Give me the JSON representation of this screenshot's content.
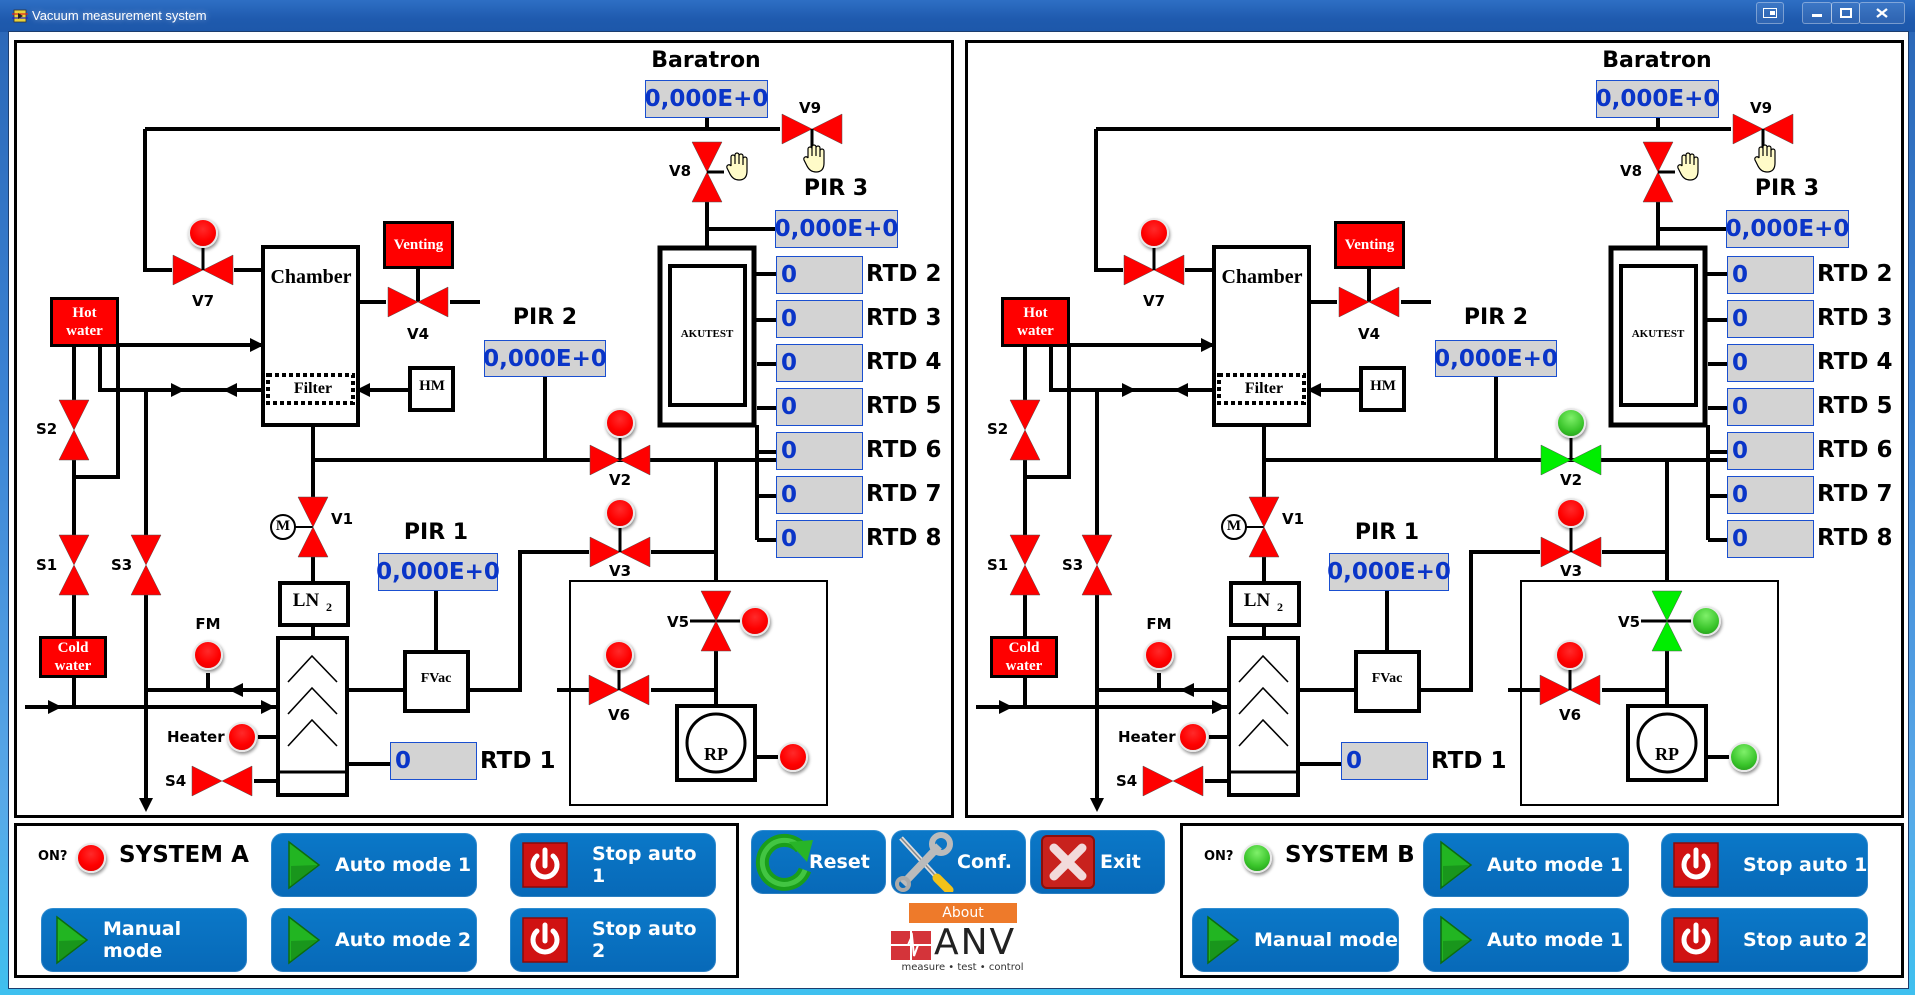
{
  "window": {
    "title": "Vacuum measurement system",
    "controls": [
      "restore-snap",
      "minimize",
      "maximize",
      "close"
    ]
  },
  "colors": {
    "valve_closed": "#ff0000",
    "valve_open": "#00ee00",
    "readout_text": "#0a35c8",
    "readout_bg": "#d3d3d3",
    "button_blue": "#0a72c2",
    "about_orange": "#ee7a2a"
  },
  "labels": {
    "baratron": "Baratron",
    "pir1": "PIR 1",
    "pir2": "PIR 2",
    "pir3": "PIR 3",
    "chamber": "Chamber",
    "filter": "Filter",
    "venting": "Venting",
    "hot_water_1": "Hot",
    "hot_water_2": "water",
    "cold_water_1": "Cold",
    "cold_water_2": "water",
    "hm": "HM",
    "ln2": "LN",
    "ln2_sub": "2",
    "fvac": "FVac",
    "akutest": "AKUTEST",
    "rp": "RP",
    "motor": "M",
    "fm": "FM",
    "heater": "Heater",
    "v1": "V1",
    "v2": "V2",
    "v3": "V3",
    "v4": "V4",
    "v5": "V5",
    "v6": "V6",
    "v7": "V7",
    "v8": "V8",
    "v9": "V9",
    "s1": "S1",
    "s2": "S2",
    "s3": "S3",
    "s4": "S4",
    "rtd1": "RTD 1"
  },
  "systems": [
    {
      "name": "SYSTEM A",
      "on_label": "ON?",
      "on_state": "red",
      "readouts": {
        "baratron": "0,000E+0",
        "pir1": "0,000E+0",
        "pir2": "0,000E+0",
        "pir3": "0,000E+0",
        "rtd1": "0"
      },
      "rtds": [
        {
          "label": "RTD 2",
          "value": "0"
        },
        {
          "label": "RTD 3",
          "value": "0"
        },
        {
          "label": "RTD 4",
          "value": "0"
        },
        {
          "label": "RTD 5",
          "value": "0"
        },
        {
          "label": "RTD 6",
          "value": "0"
        },
        {
          "label": "RTD 7",
          "value": "0"
        },
        {
          "label": "RTD 8",
          "value": "0"
        }
      ],
      "valves": {
        "v1": "closed",
        "v2": "closed",
        "v3": "closed",
        "v4": "closed",
        "v5": "closed",
        "v6": "closed",
        "v7": "closed",
        "v8": "closed",
        "v9": "closed",
        "s1": "closed",
        "s2": "closed",
        "s3": "closed",
        "s4": "closed"
      },
      "indicators": {
        "v7": "red",
        "v2": "red",
        "v3": "red",
        "v5": "red",
        "v6": "red",
        "rp": "red",
        "fm": "red",
        "heater": "red"
      },
      "buttons": {
        "auto1": "Auto mode 1",
        "auto2": "Auto mode 2",
        "manual": "Manual mode",
        "stop1": "Stop auto 1",
        "stop2": "Stop auto 2"
      }
    },
    {
      "name": "SYSTEM B",
      "on_label": "ON?",
      "on_state": "green",
      "readouts": {
        "baratron": "0,000E+0",
        "pir1": "0,000E+0",
        "pir2": "0,000E+0",
        "pir3": "0,000E+0",
        "rtd1": "0"
      },
      "rtds": [
        {
          "label": "RTD 2",
          "value": "0"
        },
        {
          "label": "RTD 3",
          "value": "0"
        },
        {
          "label": "RTD 4",
          "value": "0"
        },
        {
          "label": "RTD 5",
          "value": "0"
        },
        {
          "label": "RTD 6",
          "value": "0"
        },
        {
          "label": "RTD 7",
          "value": "0"
        },
        {
          "label": "RTD 8",
          "value": "0"
        }
      ],
      "valves": {
        "v1": "closed",
        "v2": "open",
        "v3": "closed",
        "v4": "closed",
        "v5": "open",
        "v6": "closed",
        "v7": "closed",
        "v8": "closed",
        "v9": "closed",
        "s1": "closed",
        "s2": "closed",
        "s3": "closed",
        "s4": "closed"
      },
      "indicators": {
        "v7": "red",
        "v2": "green",
        "v3": "red",
        "v5": "green",
        "v6": "red",
        "rp": "green",
        "fm": "red",
        "heater": "red"
      },
      "buttons": {
        "auto1": "Auto mode 1",
        "auto2": "Auto mode 1",
        "manual": "Manual mode",
        "stop1": "Stop auto 1",
        "stop2": "Stop auto 2"
      }
    }
  ],
  "global_buttons": {
    "reset": "Reset",
    "conf": "Conf.",
    "exit": "Exit",
    "about": "About"
  },
  "logo": {
    "name": "ANV",
    "tagline": "measure • test • control"
  }
}
